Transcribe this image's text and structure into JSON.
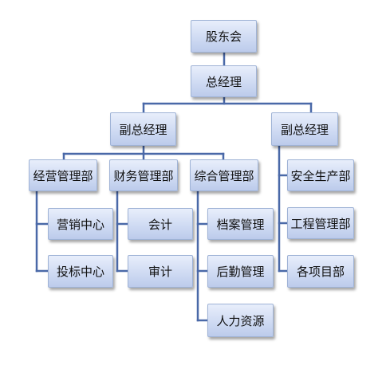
{
  "org_chart": {
    "board": "股东会",
    "general_manager": "总经理",
    "deputy_gm_left": "副总经理",
    "deputy_gm_right": "副总经理",
    "dept_business_mgmt": "经营管理部",
    "dept_finance_mgmt": "财务管理部",
    "dept_general_mgmt": "综合管理部",
    "dept_safety_production": "安全生产部",
    "dept_engineering_mgmt": "工程管理部",
    "dept_projects": "各项目部",
    "unit_marketing": "营销中心",
    "unit_bidding": "投标中心",
    "unit_accounting": "会计",
    "unit_audit": "审计",
    "unit_archives": "档案管理",
    "unit_logistics": "后勤管理",
    "unit_hr": "人力资源"
  },
  "colors": {
    "connector": "#4a69a8",
    "node_border": "#9fb3d6",
    "node_fill_top": "#e8eefb",
    "node_fill_bottom": "#bccbeb"
  }
}
